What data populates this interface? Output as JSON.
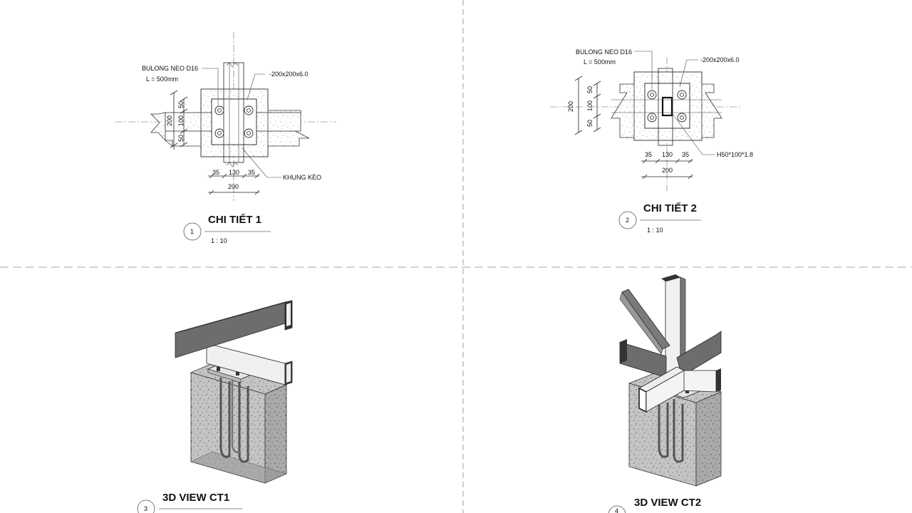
{
  "detail1": {
    "bolt_label": "BULONG NEO D16",
    "bolt_length": "L = 500mm",
    "plate_label": "-200x200x6.0",
    "frame_label": "KHUNG KÈO",
    "dim_a": "35",
    "dim_b": "130",
    "dim_c": "35",
    "dim_total": "200",
    "dim_v1": "50",
    "dim_v2": "100",
    "dim_v3": "50",
    "dim_v_total": "200",
    "title": "CHI TIẾT 1",
    "number": "1",
    "scale": "1 : 10"
  },
  "detail2": {
    "bolt_label": "BULONG NEO D16",
    "bolt_length": "L = 500mm",
    "plate_label": "-200x200x6.0",
    "section_label": "H50*100*1.8",
    "dim_a": "35",
    "dim_b": "130",
    "dim_c": "35",
    "dim_total": "200",
    "dim_v1": "50",
    "dim_v2": "100",
    "dim_v3": "50",
    "dim_v_total": "200",
    "title": "CHI TIẾT 2",
    "number": "2",
    "scale": "1 : 10"
  },
  "view3": {
    "title": "3D VIEW CT1",
    "number": "3"
  },
  "view4": {
    "title": "3D VIEW CT2",
    "number": "4"
  },
  "colors": {
    "steel_dark": "#6d6d6d",
    "steel_light": "#efefef",
    "concrete": "#bdbdbd",
    "line": "#222222"
  }
}
